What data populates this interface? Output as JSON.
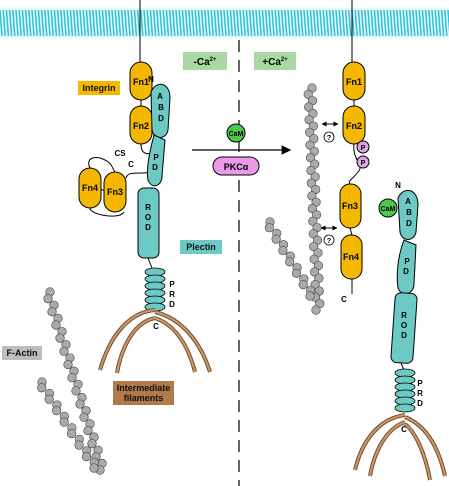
{
  "condition_left": "-Ca2+",
  "condition_right": "+Ca2+",
  "labels": {
    "integrin": "Integrin",
    "plectin": "Plectin",
    "f_actin": "F-Actin",
    "intermediate_filaments_line1": "Intermediate",
    "intermediate_filaments_line2": "filaments",
    "cam": "CaM",
    "pkc": "PKCα",
    "question": "?",
    "phospho": "P",
    "cs": "CS"
  },
  "domains": {
    "fn1": "Fn1",
    "fn2": "Fn2",
    "fn3": "Fn3",
    "fn4": "Fn4",
    "abd": "ABD",
    "pd": "PD",
    "rod": "ROD",
    "prd": "PRD",
    "n": "N",
    "c": "C"
  },
  "colors": {
    "integrin": "#f5b800",
    "plectin": "#6cc9c4",
    "cam": "#4dc84d",
    "pkc": "#e99ae9",
    "phospho": "#dca6e6",
    "actin": "#aaaaaa",
    "if": "#b07a4a",
    "membrane": "#33c3d6"
  }
}
